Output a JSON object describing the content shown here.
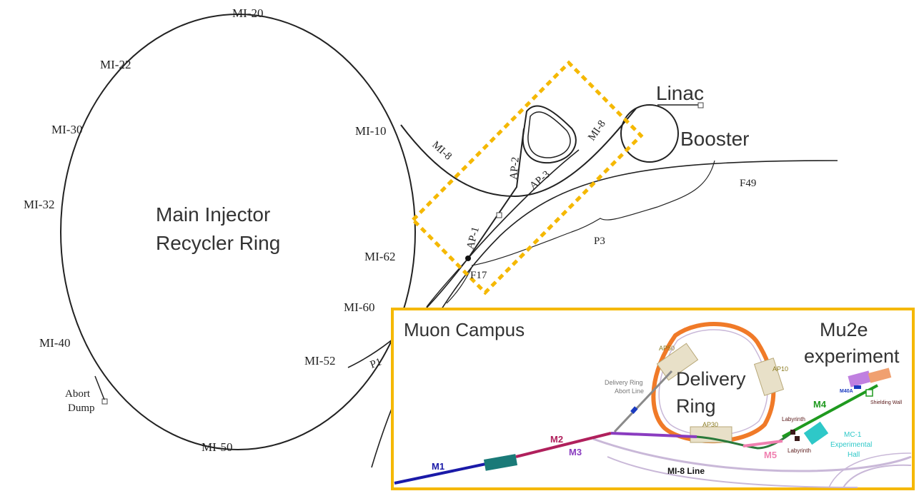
{
  "upper_map": {
    "ring_stations": {
      "mi20": "MI-20",
      "mi22": "MI-22",
      "mi30": "MI-30",
      "mi32": "MI-32",
      "mi40": "MI-40",
      "mi50": "MI-50",
      "mi52": "MI-52",
      "mi60": "MI-60",
      "mi62": "MI-62",
      "mi10": "MI-10"
    },
    "abort_dump": [
      "Abort",
      "Dump"
    ],
    "ring_name": [
      "Main Injector",
      "Recycler Ring"
    ],
    "lines": {
      "mi8_left": "MI-8",
      "mi8_right": "MI-8",
      "ap1": "AP-1",
      "ap2": "AP-2",
      "ap3": "AP-3",
      "p1": "P1",
      "p3": "P3",
      "f17": "F17",
      "f49": "F49"
    },
    "linac": "Linac",
    "booster": "Booster"
  },
  "inset": {
    "title": "Muon Campus",
    "delivery_ring": [
      "Delivery",
      "Ring"
    ],
    "mu2e": [
      "Mu2e",
      "experiment"
    ],
    "stations": {
      "ap50": "AP50",
      "ap10": "AP10",
      "ap30": "AP30"
    },
    "abort_line": [
      "Delivery Ring",
      "Abort Line"
    ],
    "beamlines": {
      "m1": "M1",
      "m2": "M2",
      "m3": "M3",
      "m4": "M4",
      "m5": "M5"
    },
    "mi8_line": "MI-8 Line",
    "labyrinth_1": "Labyrinth",
    "labyrinth_2": "Labyrinth",
    "mc1": [
      "MC-1",
      "Experimental",
      "Hall"
    ],
    "m40a": "M40A",
    "shielding_wall": "Shielding Wall"
  },
  "colors": {
    "highlight": "#f5b800",
    "inset_border": "#f5b800",
    "delivery_ring": "#f07a28",
    "m1": "#1a1aa8",
    "m2": "#b0205c",
    "m3": "#8a3cc0",
    "m4": "#1f9a1f",
    "m5": "#f080b0",
    "mc1": "#2ec8c8"
  }
}
